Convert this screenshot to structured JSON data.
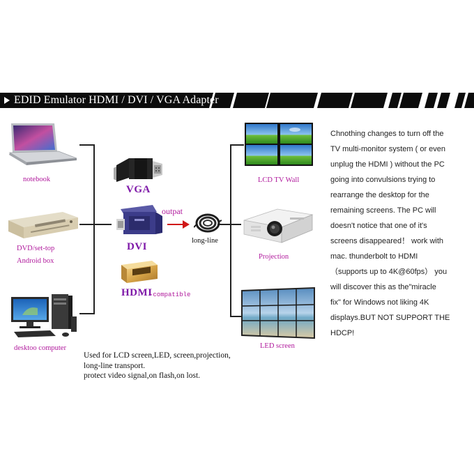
{
  "banner": {
    "title": "EDID Emulator HDMI / DVI / VGA  Adapter"
  },
  "sources": {
    "notebook": "notebook",
    "dvd_line1": "DVD/set-top",
    "dvd_line2": "Android box",
    "desktop": "desktoo computer"
  },
  "adapters": {
    "vga": "VGA",
    "dvi": "DVI",
    "hdmi": "HDMI",
    "hdmi_suffix": "-compatible",
    "output": "outpat",
    "cable": "long-line"
  },
  "targets": {
    "tv_wall": "LCD TV Wall",
    "projection": "Projection",
    "led_screen": "LED screen"
  },
  "usage": {
    "line1": "Used for LCD screen,LED,  screen,projection,",
    "line2": "long-line transport.",
    "line3": "protect video signal,on flash,on lost."
  },
  "description": [
    "Chnothing changes to turn off the",
    "TV multi-monitor system ( or even",
    "unplug the HDMI ) without the PC",
    "going into convulsions trying to",
    "rearrange the desktop for the",
    "remaining screens. The PC will",
    "doesn't notice that one of it's",
    "screens disappeared！ work with",
    "mac. thunderbolt to HDMI",
    "（supports up to 4K@60fps） you",
    " will discover this as the\"miracle",
    "fix\" for Windows not liking 4K",
    "displays.BUT NOT SUPPORT THE",
    "HDCP!"
  ]
}
